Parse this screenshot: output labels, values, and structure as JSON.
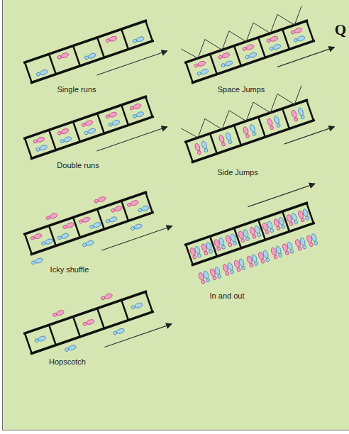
{
  "diagram": {
    "labels": [
      "Single runs",
      "Space Jumps",
      "Double runs",
      "Side Jumps",
      "Icky shuffle",
      "In and out",
      "Hopscotch",
      "Q"
    ]
  }
}
